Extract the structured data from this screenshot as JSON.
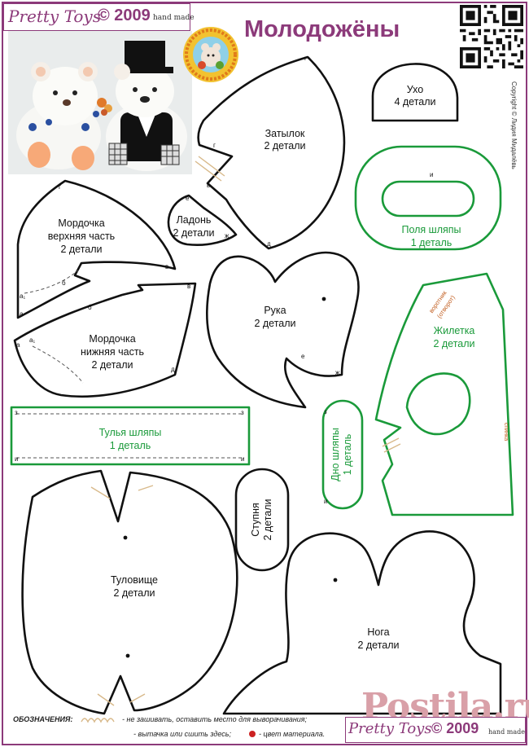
{
  "brand": {
    "name": "Pretty Toys",
    "year": "© 2009",
    "tag": "hand made"
  },
  "title": "Молодожёны",
  "copyright": "Copyright © Лидия Мидалёвь",
  "pieces": {
    "ear": {
      "name": "Ухо",
      "count": "4 детали"
    },
    "back_head": {
      "name": "Затылок",
      "count": "2 детали"
    },
    "muzzle_top": {
      "name": "Мордочка",
      "part": "верхняя часть",
      "count": "2 детали"
    },
    "palm": {
      "name": "Ладонь",
      "count": "2 детали"
    },
    "brim": {
      "name": "Поля шляпы",
      "count": "1 деталь"
    },
    "arm": {
      "name": "Рука",
      "count": "2 детали"
    },
    "muzzle_bottom": {
      "name": "Мордочка",
      "part": "нижняя часть",
      "count": "2 детали"
    },
    "vest": {
      "name": "Жилетка",
      "count": "2 детали",
      "collar": "воротник",
      "collar_note": "(отворот)",
      "side": "спинка"
    },
    "crown": {
      "name": "Тулья шляпы",
      "count": "1 деталь"
    },
    "hat_bottom": {
      "name": "Дно шляпы",
      "count": "1 деталь"
    },
    "sole": {
      "name": "Ступня",
      "count": "2 детали"
    },
    "body": {
      "name": "Туловище",
      "count": "2 детали"
    },
    "leg": {
      "name": "Нога",
      "count": "2 детали"
    }
  },
  "marks": {
    "a": "а",
    "a1": "а₁",
    "b": "б",
    "v": "в",
    "g": "г",
    "d": "д",
    "e": "е",
    "zh": "ж",
    "z": "з",
    "i": "и"
  },
  "legend": {
    "heading": "ОБОЗНАЧЕНИЯ:",
    "opening": "- не зашивать, оставить место  для выворачивания;",
    "dart": "- вытачка или сшить здесь;",
    "eye": "- цвет материала."
  },
  "site": "Postila.ru",
  "colors": {
    "brand": "#8c3a7a",
    "outline": "#111111",
    "green": "#1a9a3a",
    "opening": "#d8b98a",
    "eye_dot": "#cc2222"
  }
}
